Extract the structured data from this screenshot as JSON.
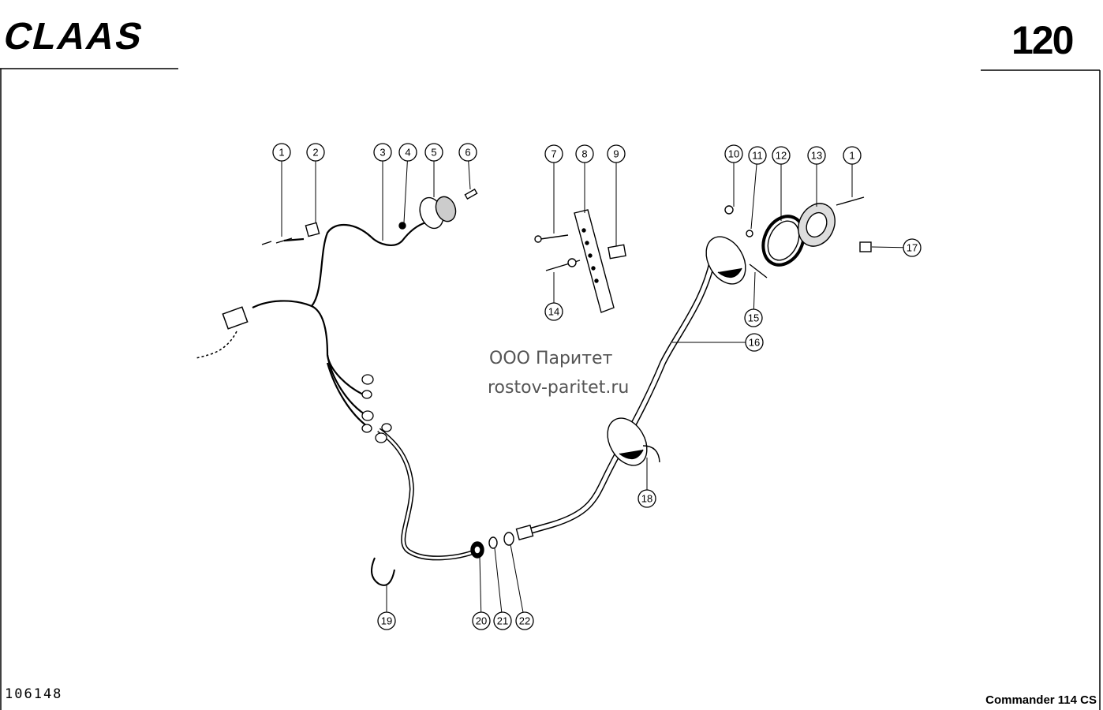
{
  "header": {
    "brand": "CLAAS",
    "page_number": "120"
  },
  "footer": {
    "drawing_number": "106148",
    "model": "Commander 114 CS"
  },
  "watermark": {
    "line1": "ООО Паритет",
    "line2": "rostov-paritet.ru"
  },
  "callouts": [
    "1",
    "2",
    "3",
    "4",
    "5",
    "6",
    "7",
    "8",
    "9",
    "10",
    "11",
    "12",
    "13",
    "1",
    "17",
    "14",
    "15",
    "16",
    "18",
    "19",
    "20",
    "21",
    "22"
  ]
}
